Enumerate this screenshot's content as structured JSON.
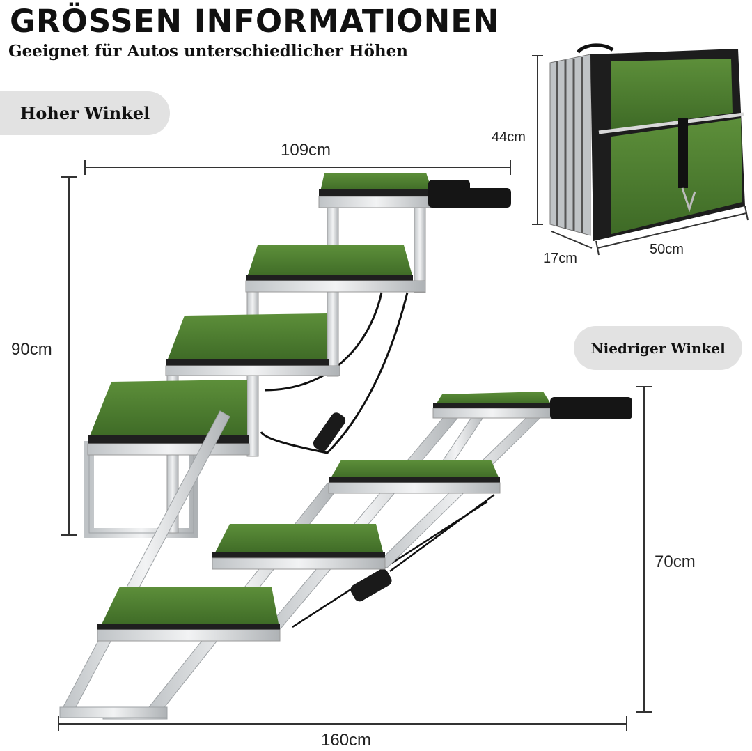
{
  "header": {
    "title": "GRÖSSEN INFORMATIONEN",
    "subtitle": "Geeignet für Autos unterschiedlicher Höhen"
  },
  "labels": {
    "high_angle": "Hoher Winkel",
    "low_angle": "Niedriger Winkel"
  },
  "dimensions": {
    "high_width": "109cm",
    "high_height": "90cm",
    "low_height": "70cm",
    "low_length": "160cm",
    "folded_height": "44cm",
    "folded_depth": "17cm",
    "folded_width": "50cm"
  },
  "colors": {
    "grass": "#4a7a2e",
    "frame": "#dcdcdc",
    "text": "#111111",
    "pill": "#e2e2e2"
  }
}
